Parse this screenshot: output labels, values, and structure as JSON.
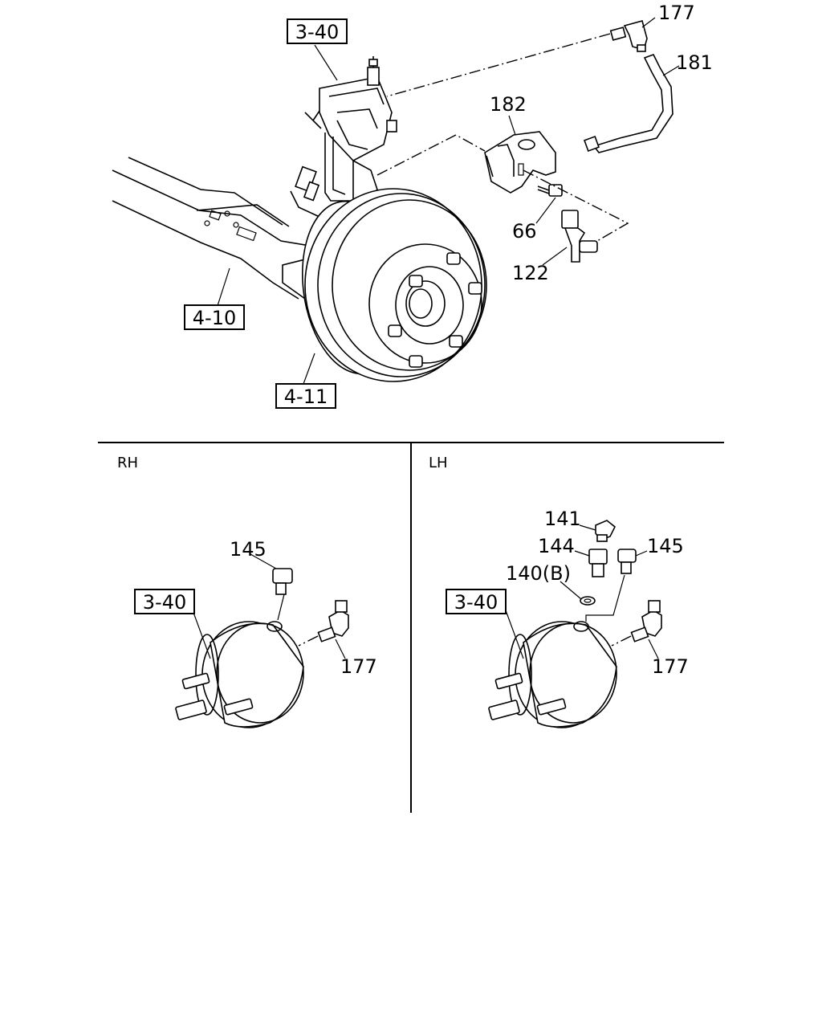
{
  "diagram": {
    "boxed_refs": {
      "top_3_40": "3-40",
      "axle_4_10": "4-10",
      "drum_4_11": "4-11",
      "rh_3_40": "3-40",
      "lh_3_40": "3-40"
    },
    "callouts": {
      "c177_top": "177",
      "c181": "181",
      "c182": "182",
      "c66": "66",
      "c122": "122",
      "c145_rh": "145",
      "c177_rh": "177",
      "c141": "141",
      "c144": "144",
      "c145_lh": "145",
      "c140b": "140(B)",
      "c177_lh": "177"
    },
    "panels": {
      "rh": "RH",
      "lh": "LH"
    }
  }
}
